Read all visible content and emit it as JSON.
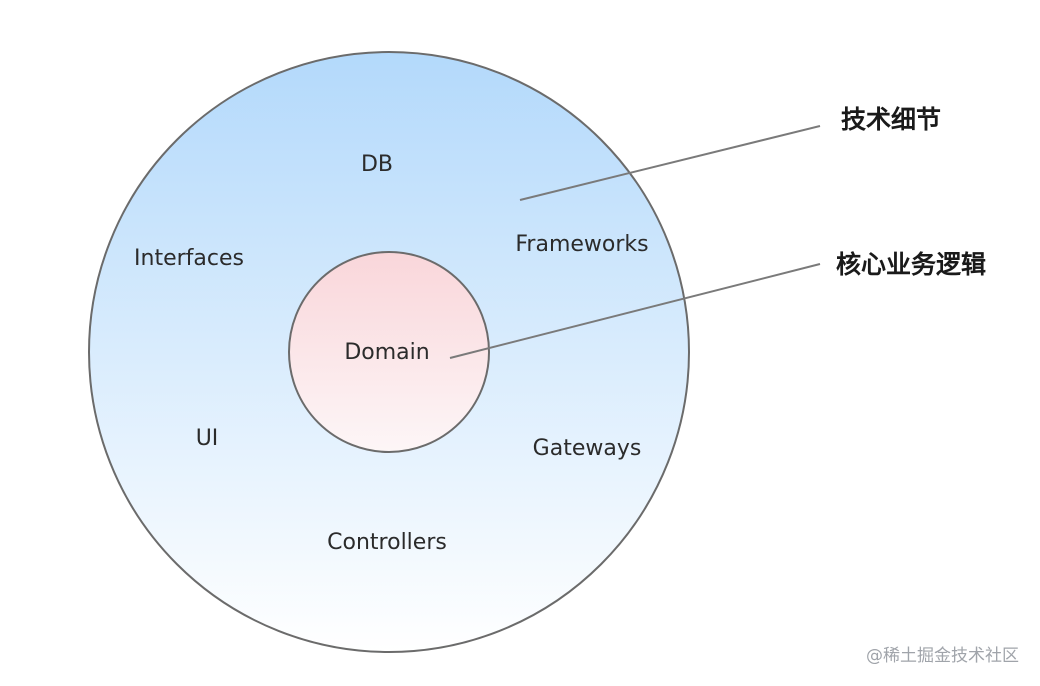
{
  "outer_ring": {
    "labels": {
      "db": "DB",
      "frameworks": "Frameworks",
      "interfaces": "Interfaces",
      "ui": "UI",
      "gateways": "Gateways",
      "controllers": "Controllers"
    },
    "gradient": {
      "top": "#b3d9fb",
      "bottom": "#ffffff"
    }
  },
  "inner_circle": {
    "label": "Domain",
    "gradient": {
      "top": "#f9d6da",
      "bottom": "#fdf6f7"
    }
  },
  "callouts": {
    "technical_details": "技术细节",
    "core_business_logic": "核心业务逻辑"
  },
  "colors": {
    "ring_stroke": "#6b6b6b",
    "callout_line": "#7a7a7a"
  },
  "watermark": "@稀土掘金技术社区"
}
